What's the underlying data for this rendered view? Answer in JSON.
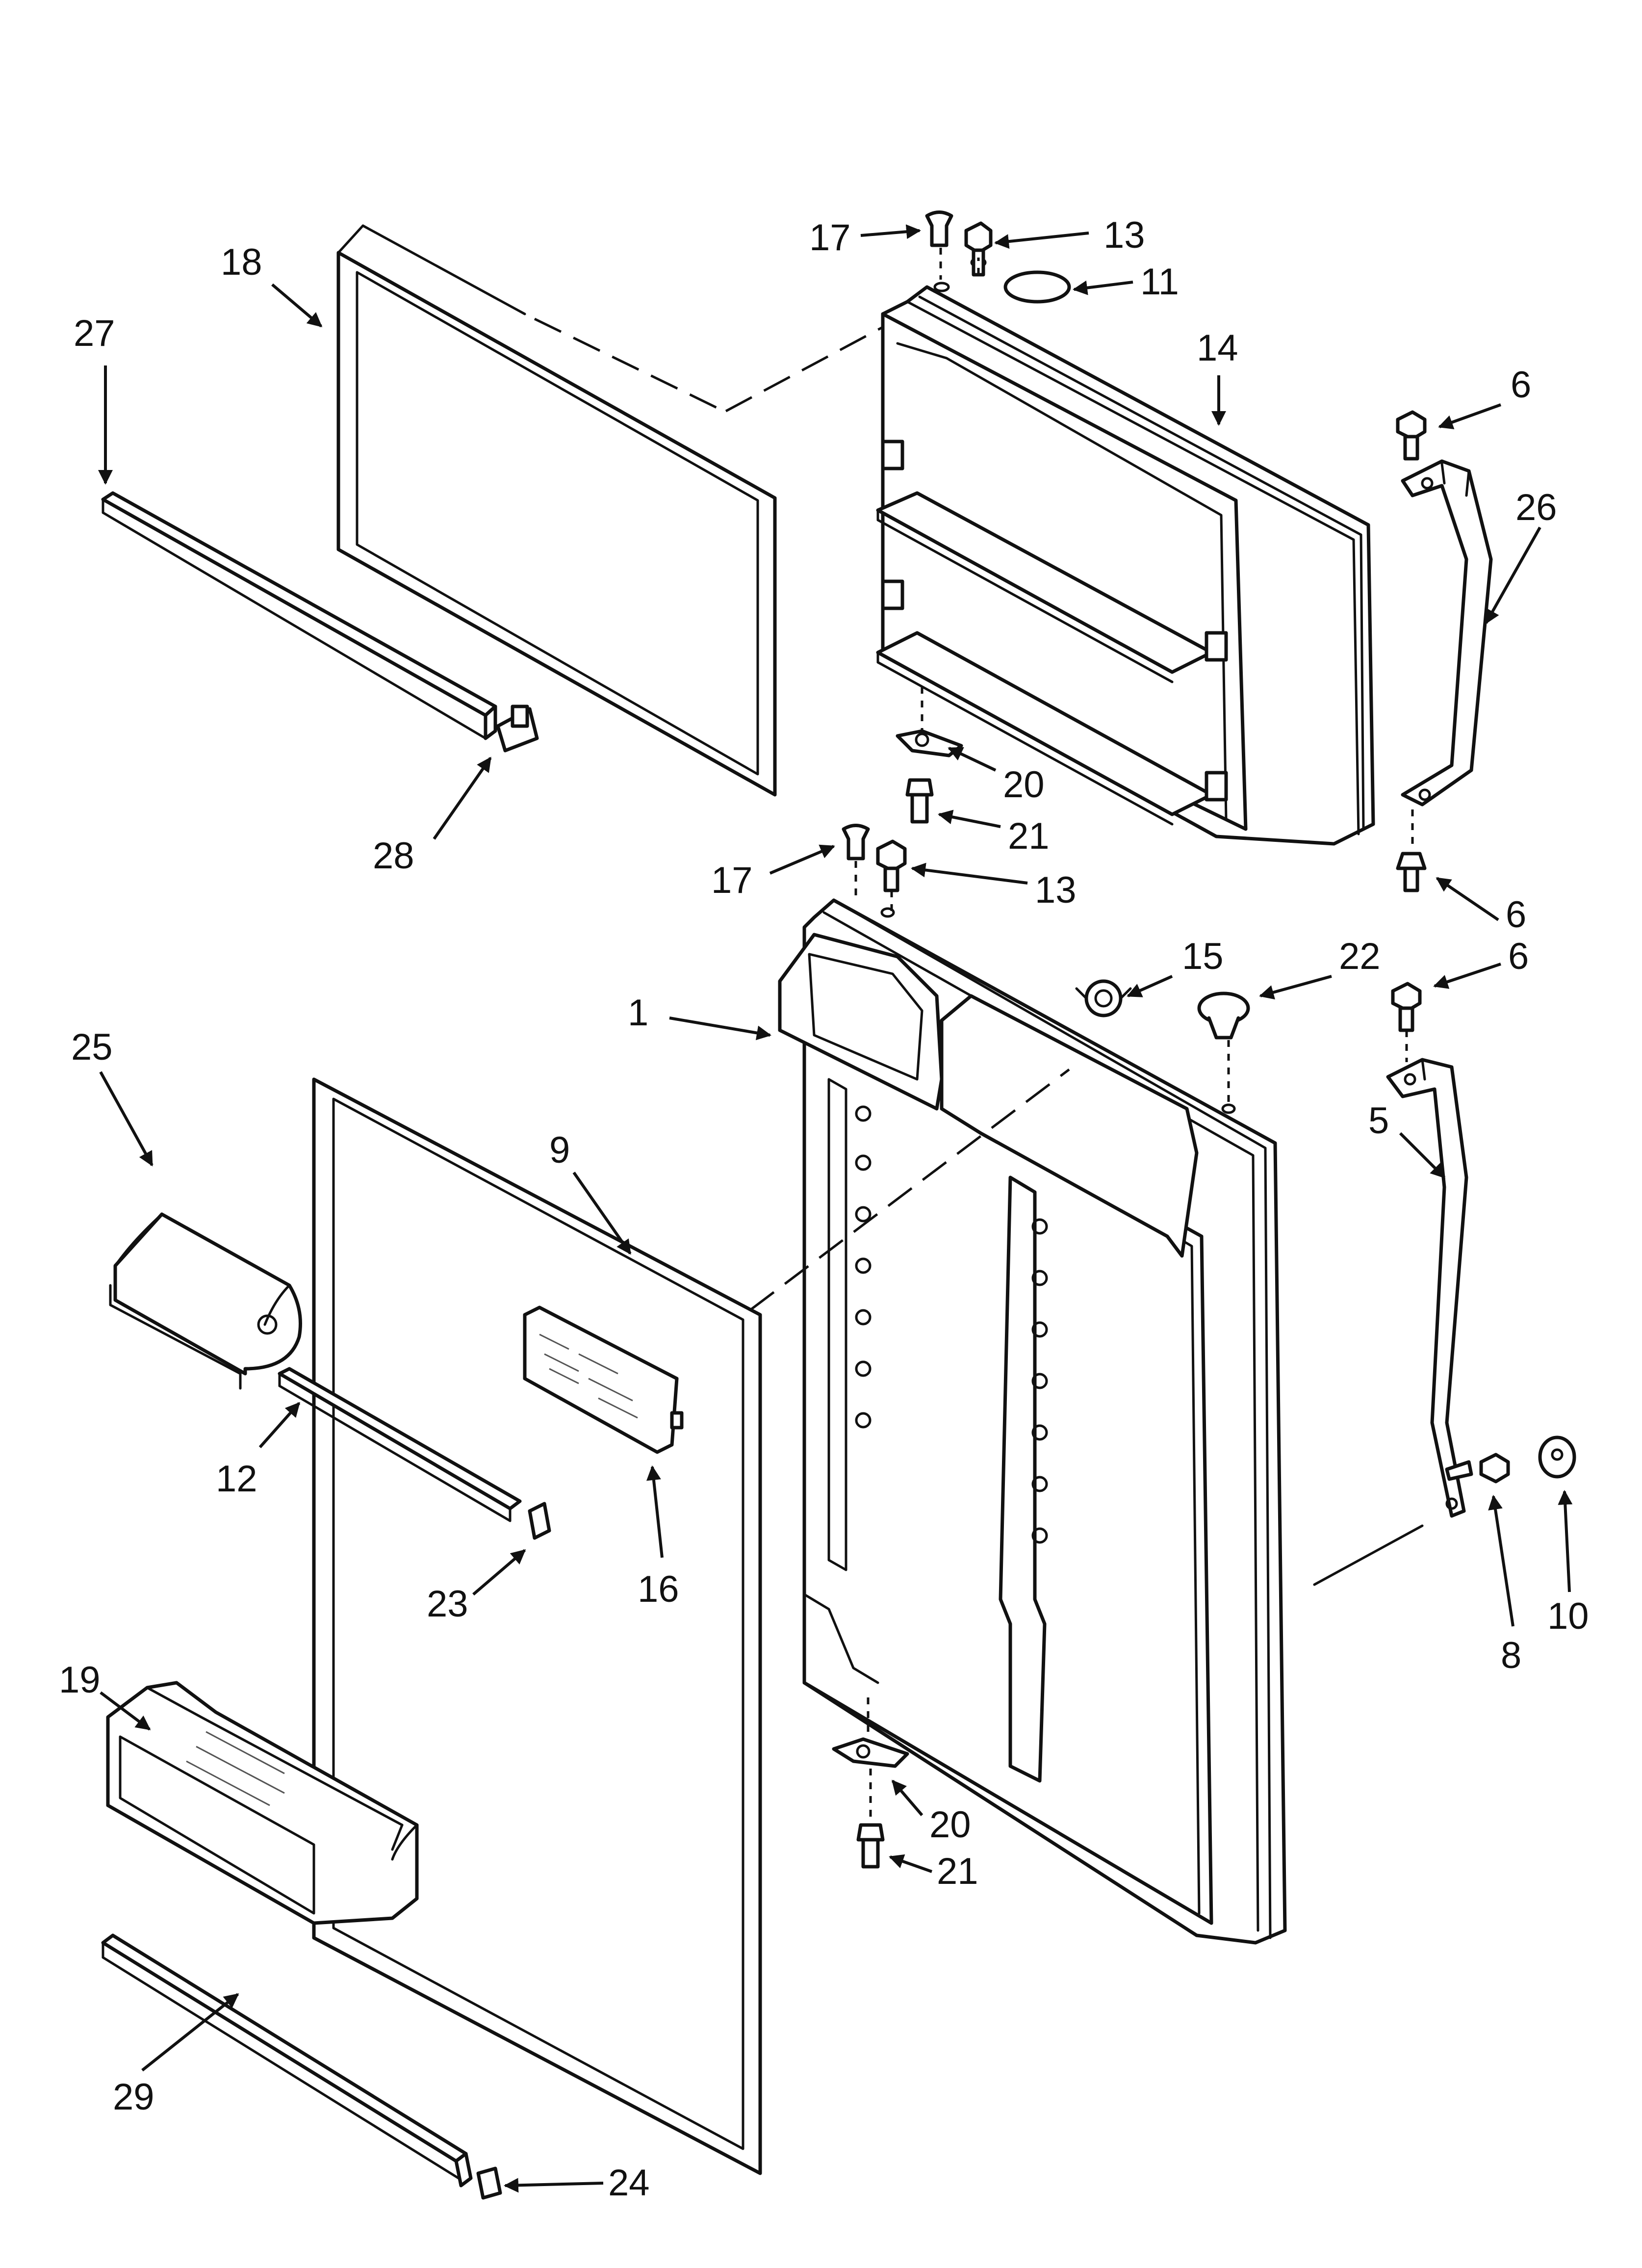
{
  "diagram": {
    "type": "exploded-parts-diagram",
    "callouts": [
      {
        "id": "c17a",
        "label": "17"
      },
      {
        "id": "c13a",
        "label": "13"
      },
      {
        "id": "c11",
        "label": "11"
      },
      {
        "id": "c18",
        "label": "18"
      },
      {
        "id": "c27",
        "label": "27"
      },
      {
        "id": "c14",
        "label": "14"
      },
      {
        "id": "c6a",
        "label": "6"
      },
      {
        "id": "c26",
        "label": "26"
      },
      {
        "id": "c20a",
        "label": "20"
      },
      {
        "id": "c21a",
        "label": "21"
      },
      {
        "id": "c28",
        "label": "28"
      },
      {
        "id": "c17b",
        "label": "17"
      },
      {
        "id": "c13b",
        "label": "13"
      },
      {
        "id": "c6b",
        "label": "6"
      },
      {
        "id": "c6c",
        "label": "6"
      },
      {
        "id": "c15",
        "label": "15"
      },
      {
        "id": "c22",
        "label": "22"
      },
      {
        "id": "c1",
        "label": "1"
      },
      {
        "id": "c25",
        "label": "25"
      },
      {
        "id": "c9",
        "label": "9"
      },
      {
        "id": "c5",
        "label": "5"
      },
      {
        "id": "c12",
        "label": "12"
      },
      {
        "id": "c16",
        "label": "16"
      },
      {
        "id": "c23",
        "label": "23"
      },
      {
        "id": "c8",
        "label": "8"
      },
      {
        "id": "c10",
        "label": "10"
      },
      {
        "id": "c19",
        "label": "19"
      },
      {
        "id": "c20b",
        "label": "20"
      },
      {
        "id": "c21b",
        "label": "21"
      },
      {
        "id": "c29",
        "label": "29"
      },
      {
        "id": "c24",
        "label": "24"
      }
    ]
  }
}
